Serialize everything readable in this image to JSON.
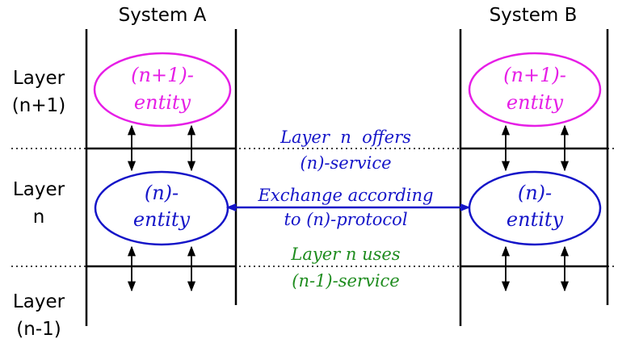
{
  "systems": {
    "a": "System A",
    "b": "System B"
  },
  "layers": {
    "upper": [
      "Layer",
      "(n+1)"
    ],
    "middle": [
      "Layer",
      "n"
    ],
    "lower": [
      "Layer",
      "(n-1)"
    ]
  },
  "entities": {
    "upper": [
      "(n+1)-",
      "entity"
    ],
    "middle": [
      "(n)-",
      "entity"
    ]
  },
  "middle_text": {
    "offers": [
      "Layer  n  offers",
      "(n)-service"
    ],
    "protocol": [
      "Exchange according",
      "to (n)-protocol"
    ],
    "uses": [
      "Layer n uses",
      "(n-1)-service"
    ]
  },
  "colors": {
    "upper_entity": "#e61ee6",
    "middle_entity": "#1414c8",
    "uses_text": "#1e8c1e",
    "lines": "#000000"
  }
}
